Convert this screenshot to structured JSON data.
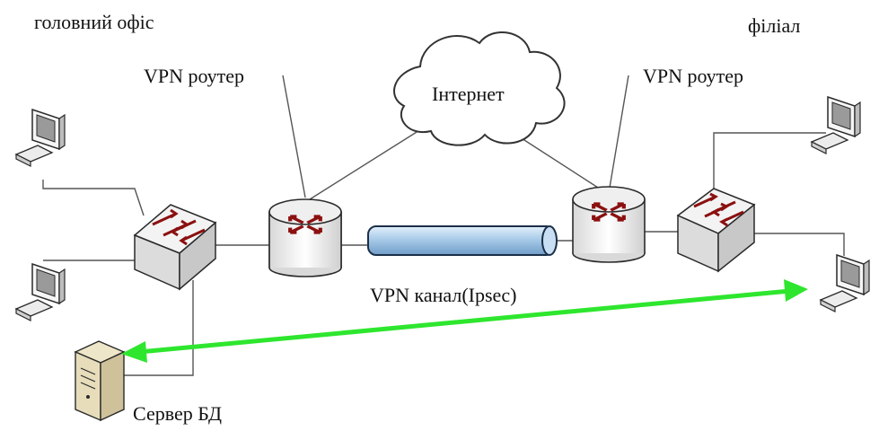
{
  "labels": {
    "head_office": "головний офіс",
    "branch": "філіал",
    "vpn_router_left": "VPN роутер",
    "vpn_router_right": "VPN роутер",
    "internet": "Інтернет",
    "vpn_channel": "VPN канал(Ipsec)",
    "db_server": "Сервер БД"
  },
  "icons": {
    "workstation": "computer-icon",
    "switch": "switch-icon",
    "router": "router-icon",
    "cloud": "cloud-icon",
    "server": "server-icon",
    "tunnel": "tunnel-icon"
  },
  "colors": {
    "link": "#555555",
    "arrow": "#2ee62e",
    "tunnel": "#9cc3e6",
    "router_arrows": "#8b1010",
    "switch_body": "#e9e9e9"
  }
}
